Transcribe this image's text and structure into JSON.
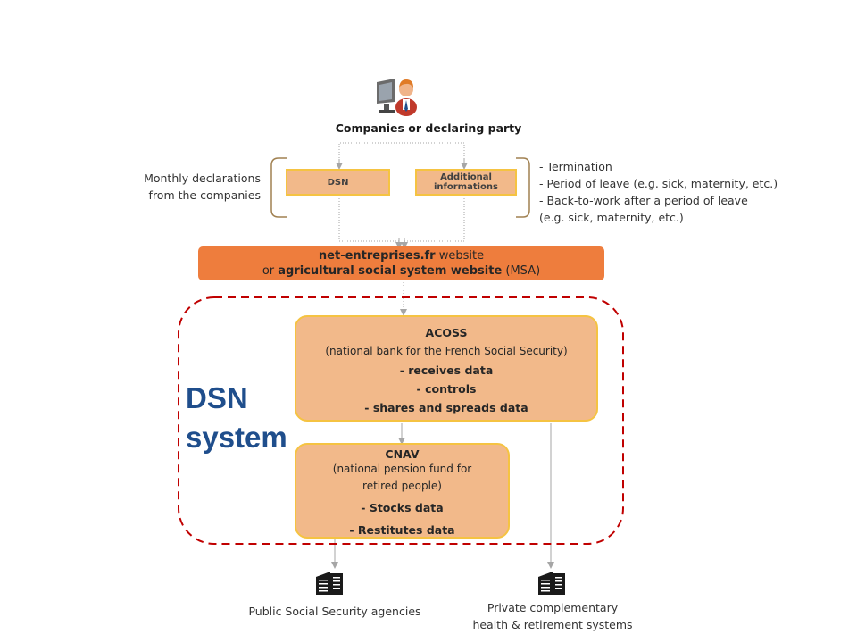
{
  "header": {
    "title": "Companies or declaring party",
    "icon": "user-at-computer-icon"
  },
  "inputs": {
    "dsn_label": "DSN",
    "additional_label": "Additional informations",
    "left_note": [
      "Monthly declarations",
      "from the companies"
    ],
    "right_note": [
      "- Termination",
      "- Period of leave (e.g. sick, maternity, etc.)",
      "- Back-to-work after a period of leave",
      "(e.g. sick, maternity, etc.)"
    ]
  },
  "portal": {
    "line1_bold": "net-entreprises.fr",
    "line1_rest": " website",
    "line2_pre": "or ",
    "line2_bold": "agricultural  social  system website",
    "line2_rest": " (MSA)"
  },
  "system_label": [
    "DSN",
    "system"
  ],
  "acoss": {
    "name": "ACOSS",
    "desc": "(national bank for the French Social Security)",
    "items": [
      "- receives data",
      "- controls",
      "- shares and spreads data"
    ]
  },
  "cnav": {
    "name": "CNAV",
    "desc": [
      "(national pension fund for",
      "retired people)"
    ],
    "items": [
      "- Stocks data",
      "- Restitutes data"
    ]
  },
  "outputs": {
    "public_label": "Public Social Security agencies",
    "private_label": [
      "Private complementary",
      "health & retirement systems"
    ],
    "icon": "building-icon"
  },
  "colors": {
    "box_fill": "#f2b98a",
    "box_border": "#f5c342",
    "portal_fill": "#ee7d3d",
    "system_border": "#c00000",
    "system_text": "#1f4e8c",
    "bracket": "#a08050"
  }
}
